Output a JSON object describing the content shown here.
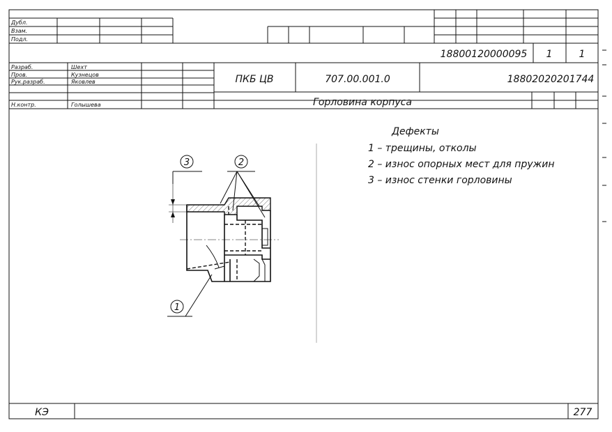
{
  "stamp": {
    "approvals": [
      {
        "label": "Дубл."
      },
      {
        "label": "Взам."
      },
      {
        "label": "Подл."
      }
    ],
    "doc_code": "18800120000095",
    "sheet_no": "1",
    "sheets_total": "1",
    "signatures": [
      {
        "role": "Разраб.",
        "name": "Шехт"
      },
      {
        "role": "Пров.",
        "name": "Кузнецов"
      },
      {
        "role": "Рук.разраб.",
        "name": "Яковлев"
      },
      {
        "role": "",
        "name": ""
      },
      {
        "role": "Н.контр.",
        "name": "Голышева"
      }
    ],
    "organization": "ПКБ ЦВ",
    "designation": "707.00.001.0",
    "part_code": "18802020201744",
    "part_name": "Горловина корпуса"
  },
  "drawing": {
    "callouts": [
      "3",
      "2",
      "1"
    ]
  },
  "defects": {
    "title": "Дефекты",
    "items": [
      "1  – трещины, отколы",
      "2  – износ опорных мест для пружин",
      "3  – износ стенки горловины"
    ]
  },
  "footer": {
    "doc_type": "КЭ",
    "page": "277"
  }
}
